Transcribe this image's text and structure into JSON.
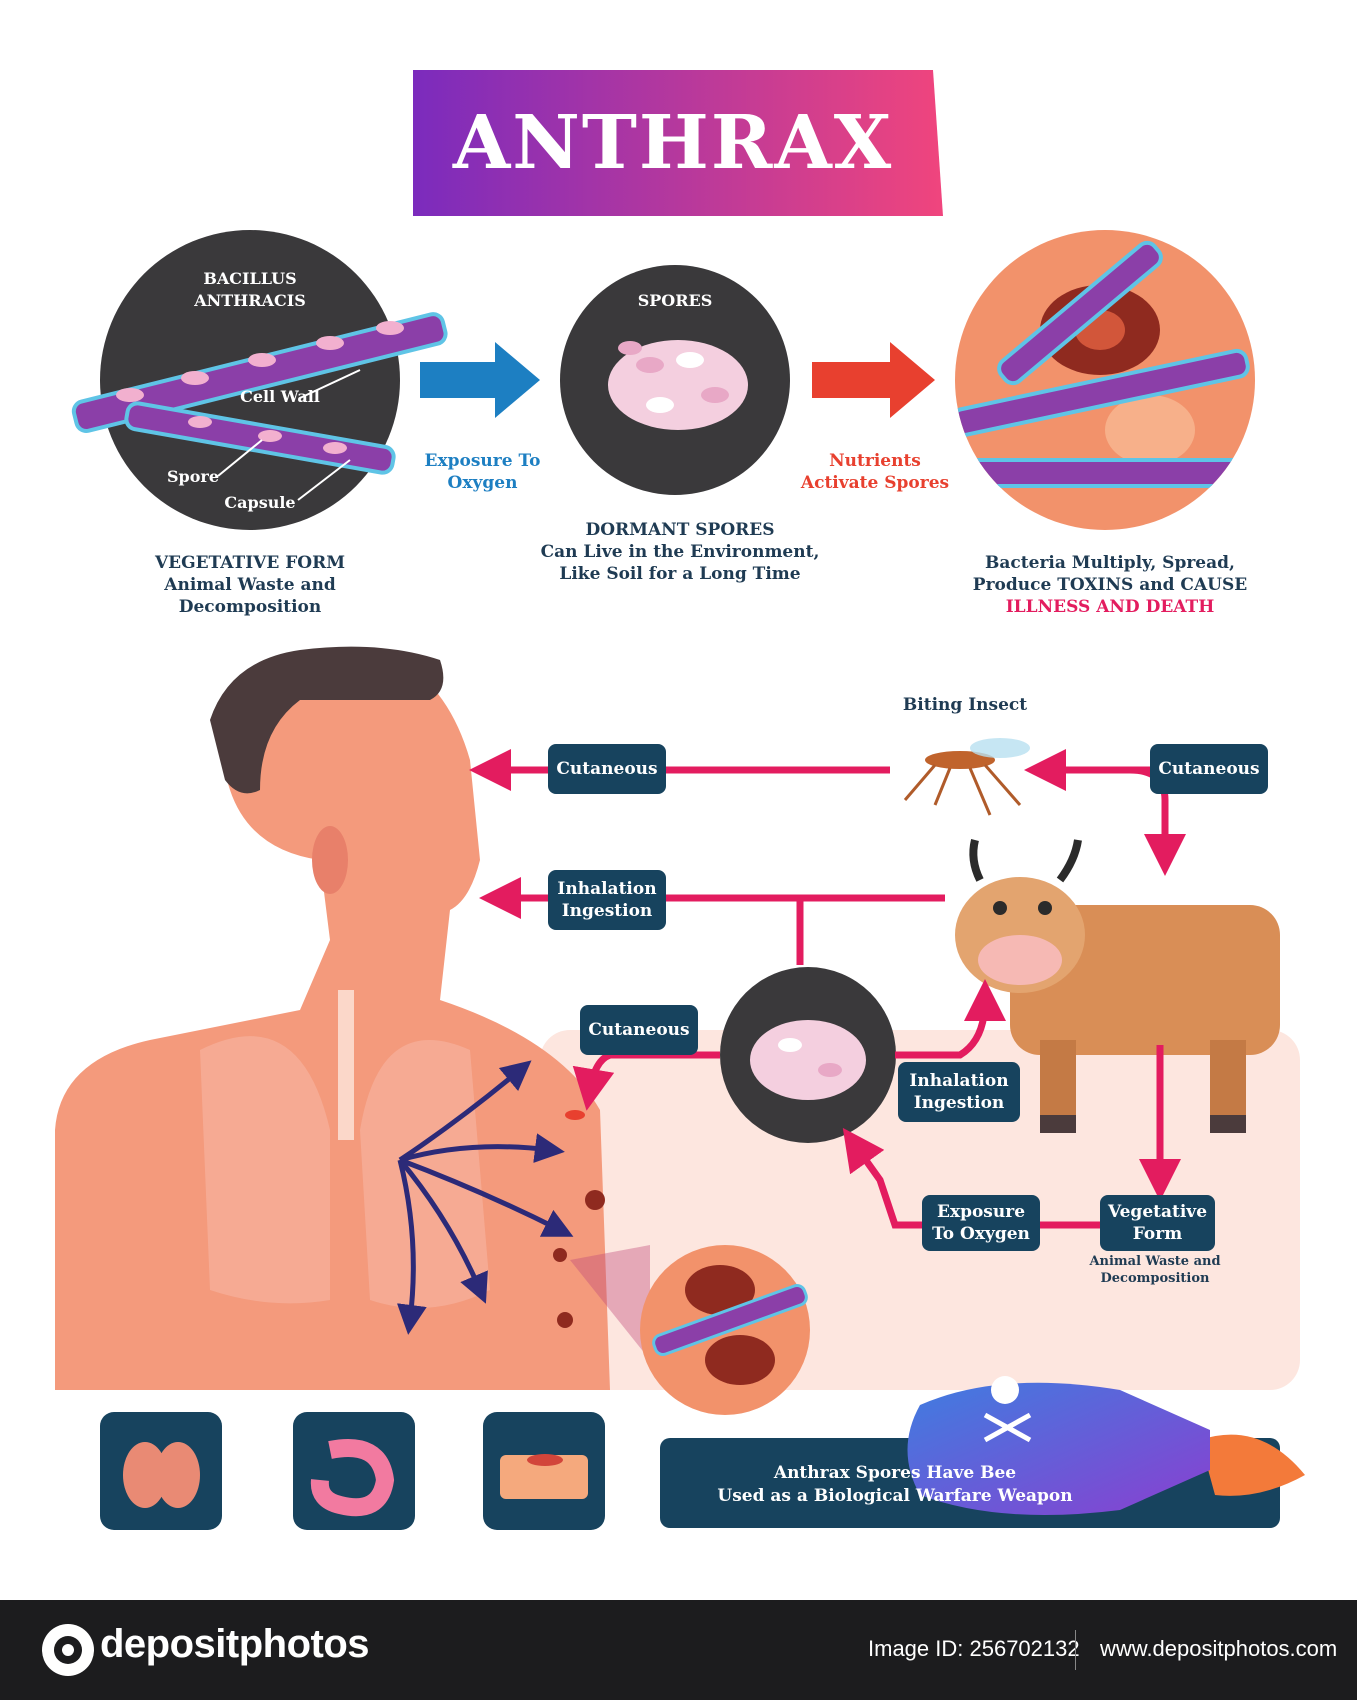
{
  "title": "ANTHRAX",
  "top_row": {
    "bacillus_label": "BACILLUS ANTHRACIS",
    "cell_wall_label": "Cell Wall",
    "spore_label": "Spore",
    "capsule_label": "Capsule",
    "spores_label": "SPORES",
    "arrow1_label": "Exposure To Oxygen",
    "arrow2_label": "Nutrients Activate Spores",
    "caption1_line1": "VEGETATIVE FORM",
    "caption1_line2": "Animal Waste and",
    "caption1_line3": "Decomposition",
    "caption2_line1": "DORMANT SPORES",
    "caption2_line2": "Can Live in the Environment,",
    "caption2_line3": "Like Soil for a Long Time",
    "caption3_line1": "Bacteria Multiply, Spread,",
    "caption3_line2": "Produce TOXINS and CAUSE",
    "caption3_line3": "ILLNESS AND DEATH"
  },
  "cycle": {
    "biting_insect": "Biting Insect",
    "cutaneous_top_left": "Cutaneous",
    "cutaneous_top_right": "Cutaneous",
    "inhalation_left_1": "Inhalation",
    "inhalation_left_2": "Ingestion",
    "cutaneous_mid": "Cutaneous",
    "inhalation_right_1": "Inhalation",
    "inhalation_right_2": "Ingestion",
    "exposure_1": "Exposure",
    "exposure_2": "To Oxygen",
    "vegetative_1": "Vegetative",
    "vegetative_2": "Form",
    "vegetative_note_1": "Animal Waste and",
    "vegetative_note_2": "Decomposition"
  },
  "warfare_text_1": "Anthrax Spores Have Bee",
  "warfare_text_2": "Used as a Biological Warfare Weapon",
  "footer": {
    "brand": "depositphotos",
    "image_id": "Image ID: 256702132",
    "site": "www.depositphotos.com"
  },
  "colors": {
    "navy": "#17435e",
    "pink_arrow": "#e31c5f",
    "blue_arrow": "#1d7fc2",
    "red_arrow": "#e8402f"
  }
}
